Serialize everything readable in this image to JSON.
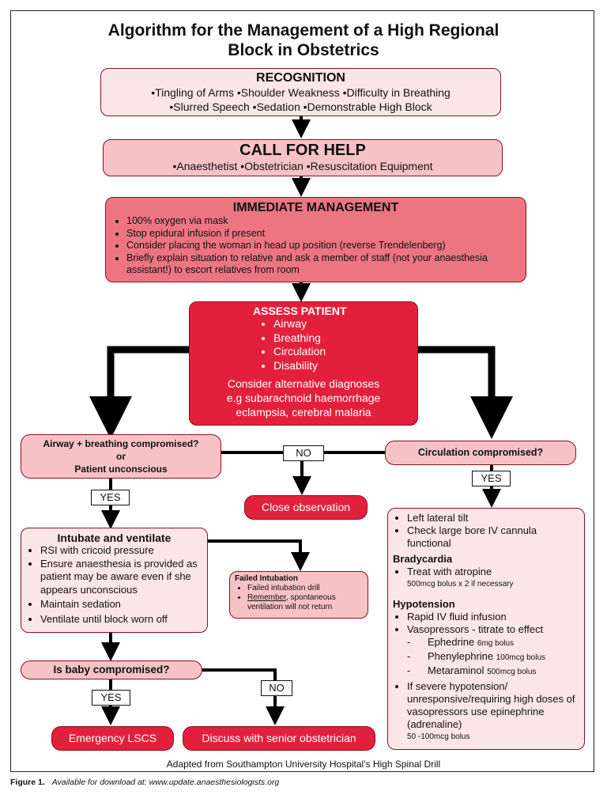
{
  "title_line1": "Algorithm for the Management of a High Regional",
  "title_line2": "Block in Obstetrics",
  "recognition": {
    "heading": "RECOGNITION",
    "line1": "•Tingling of Arms  •Shoulder Weakness  •Difficulty in Breathing",
    "line2": "•Slurred Speech  •Sedation   •Demonstrable High Block"
  },
  "call_for_help": {
    "heading": "CALL FOR HELP",
    "line": "•Anaesthetist   •Obstetrician  •Resuscitation Equipment"
  },
  "immediate": {
    "heading": "IMMEDIATE MANAGEMENT",
    "items": [
      "100% oxygen via mask",
      "Stop epidural infusion if present",
      "Consider placing the woman in head up position (reverse Trendelenberg)",
      "Briefly explain situation to relative and ask a member of staff (not your anaesthesia assistant!) to escort relatives from room"
    ]
  },
  "assess": {
    "heading": "ASSESS PATIENT",
    "items": [
      "Airway",
      "Breathing",
      "Circulation",
      "Disability"
    ],
    "alt1": "Consider alternative diagnoses",
    "alt2": "e.g subarachnoid haemorrhage",
    "alt3": "eclampsia, cerebral malaria"
  },
  "airway_q": {
    "line1": "Airway + breathing compromised?",
    "line2": "or",
    "line3": "Patient unconscious"
  },
  "circulation_q": "Circulation compromised?",
  "no_label": "NO",
  "yes_label": "YES",
  "close_observation": "Close observation",
  "intubate": {
    "heading": "Intubate and ventilate",
    "items": [
      "RSI with cricoid pressure",
      "Ensure anaesthesia is provided as patient may be aware even if she appears unconscious",
      "Maintain sedation",
      "Ventilate until block worn off"
    ]
  },
  "failed": {
    "heading": "Failed Intubation",
    "item1": "Failed intubation drill",
    "item2_underlined": "Remember",
    "item2_rest": ", spontaneous ventilation will not return"
  },
  "circ_box": {
    "items_top": [
      "Left lateral tilt",
      "Check large bore IV cannula functional"
    ],
    "brady_heading": "Bradycardia",
    "brady_item": "Treat with atropine",
    "brady_dose": "500mcg bolus x 2 if necessary",
    "hypo_heading": "Hypotension",
    "hypo_item1": "Rapid IV fluid infusion",
    "hypo_item2": "Vasopressors - titrate to effect",
    "drugs": [
      {
        "name": "Ephedrine",
        "dose": "6mg bolus"
      },
      {
        "name": "Phenylephrine",
        "dose": "100mcg bolus"
      },
      {
        "name": "Metaraminol",
        "dose": "500mcg bolus"
      }
    ],
    "severe": "If severe hypotension/ unresponsive/requiring high doses of vasopressors use epinephrine (adrenaline)",
    "severe_dose": "50 -100mcg bolus"
  },
  "baby_q": "Is baby compromised?",
  "emergency_lscs": "Emergency LSCS",
  "discuss": "Discuss with senior obstetrician",
  "adapted": "Adapted from Southampton University Hospital's High Spinal Drill",
  "figure_label": "Figure 1.",
  "figure_text": "Available for download at: www.update.anaesthesiologists.org"
}
